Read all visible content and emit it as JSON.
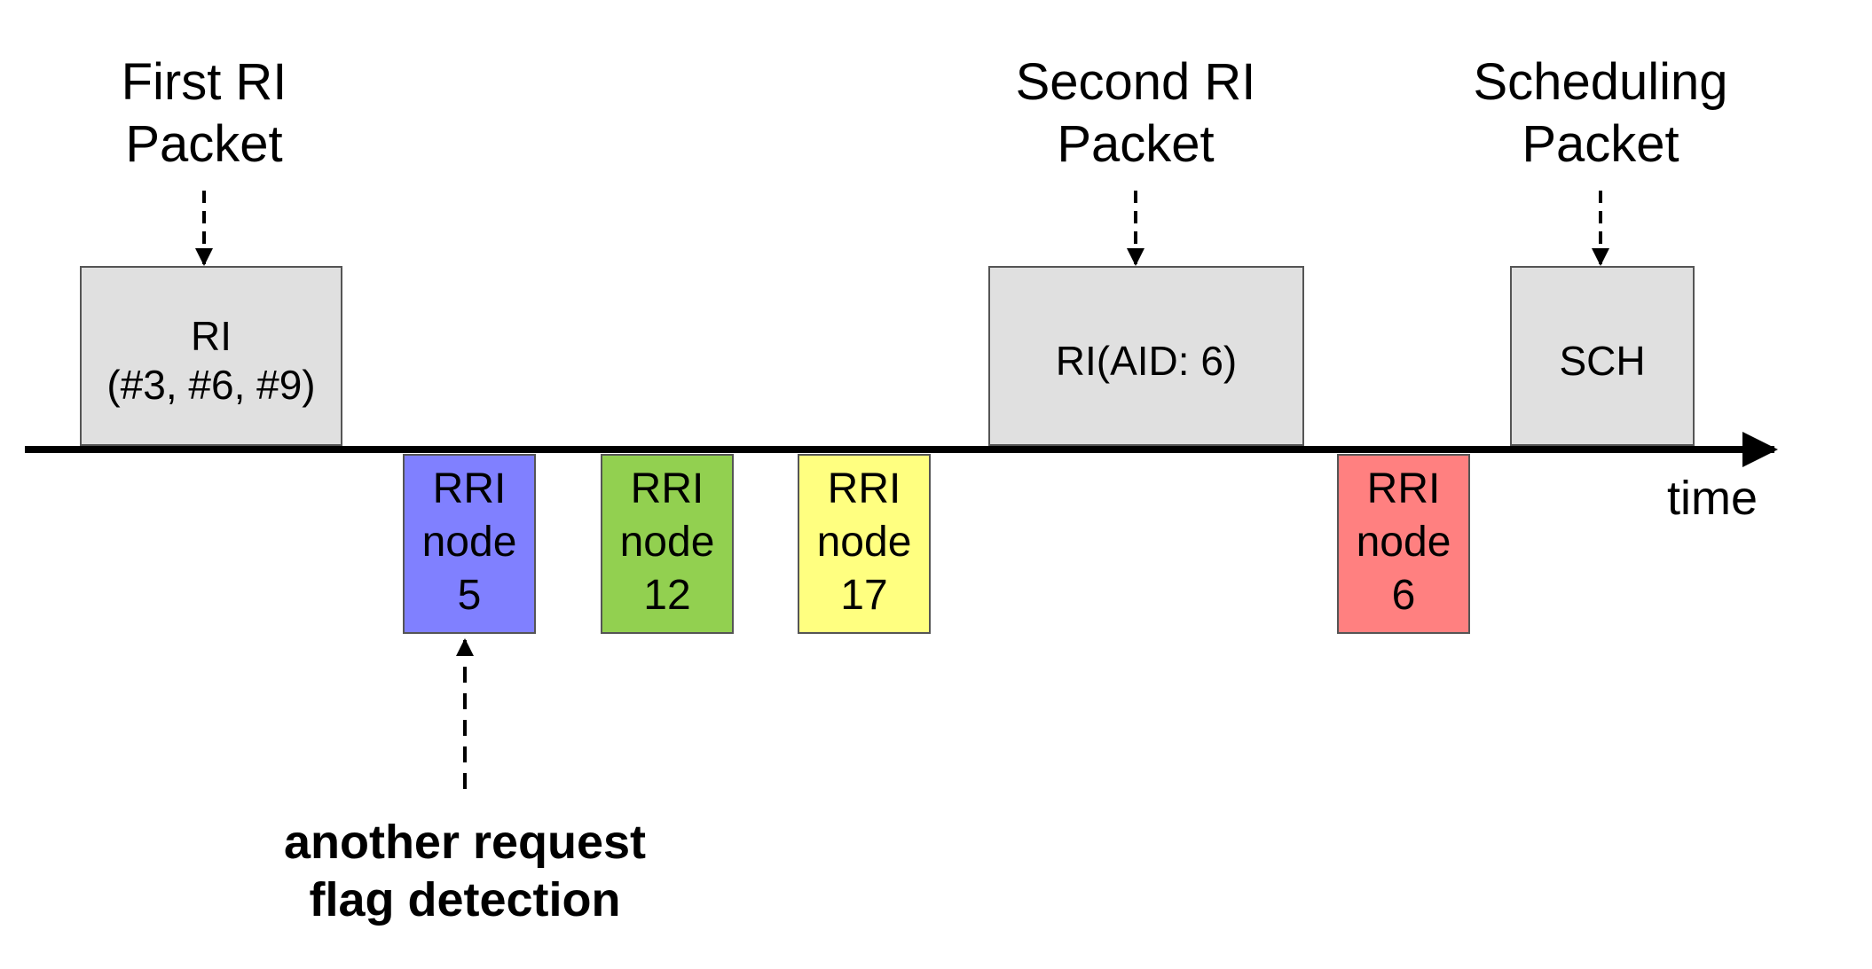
{
  "annotations_top": {
    "first_ri": "First RI\nPacket",
    "second_ri": "Second RI\nPacket",
    "scheduling": "Scheduling\nPacket"
  },
  "boxes_above": {
    "ri_first": "RI\n(#3, #6, #9)",
    "ri_second": "RI(AID: 6)",
    "sch": "SCH"
  },
  "boxes_below": {
    "rri_5": {
      "label": "RRI\nnode\n5",
      "color": "#8080ff"
    },
    "rri_12": {
      "label": "RRI\nnode\n12",
      "color": "#92d050"
    },
    "rri_17": {
      "label": "RRI\nnode\n17",
      "color": "#ffff80"
    },
    "rri_6": {
      "label": "RRI\nnode\n6",
      "color": "#ff8080"
    }
  },
  "axis_label": "time",
  "bottom_note": "another request\nflag detection",
  "colors": {
    "packet_fill": "#e0e0e0",
    "box_border": "#555555",
    "axis": "#000000"
  }
}
